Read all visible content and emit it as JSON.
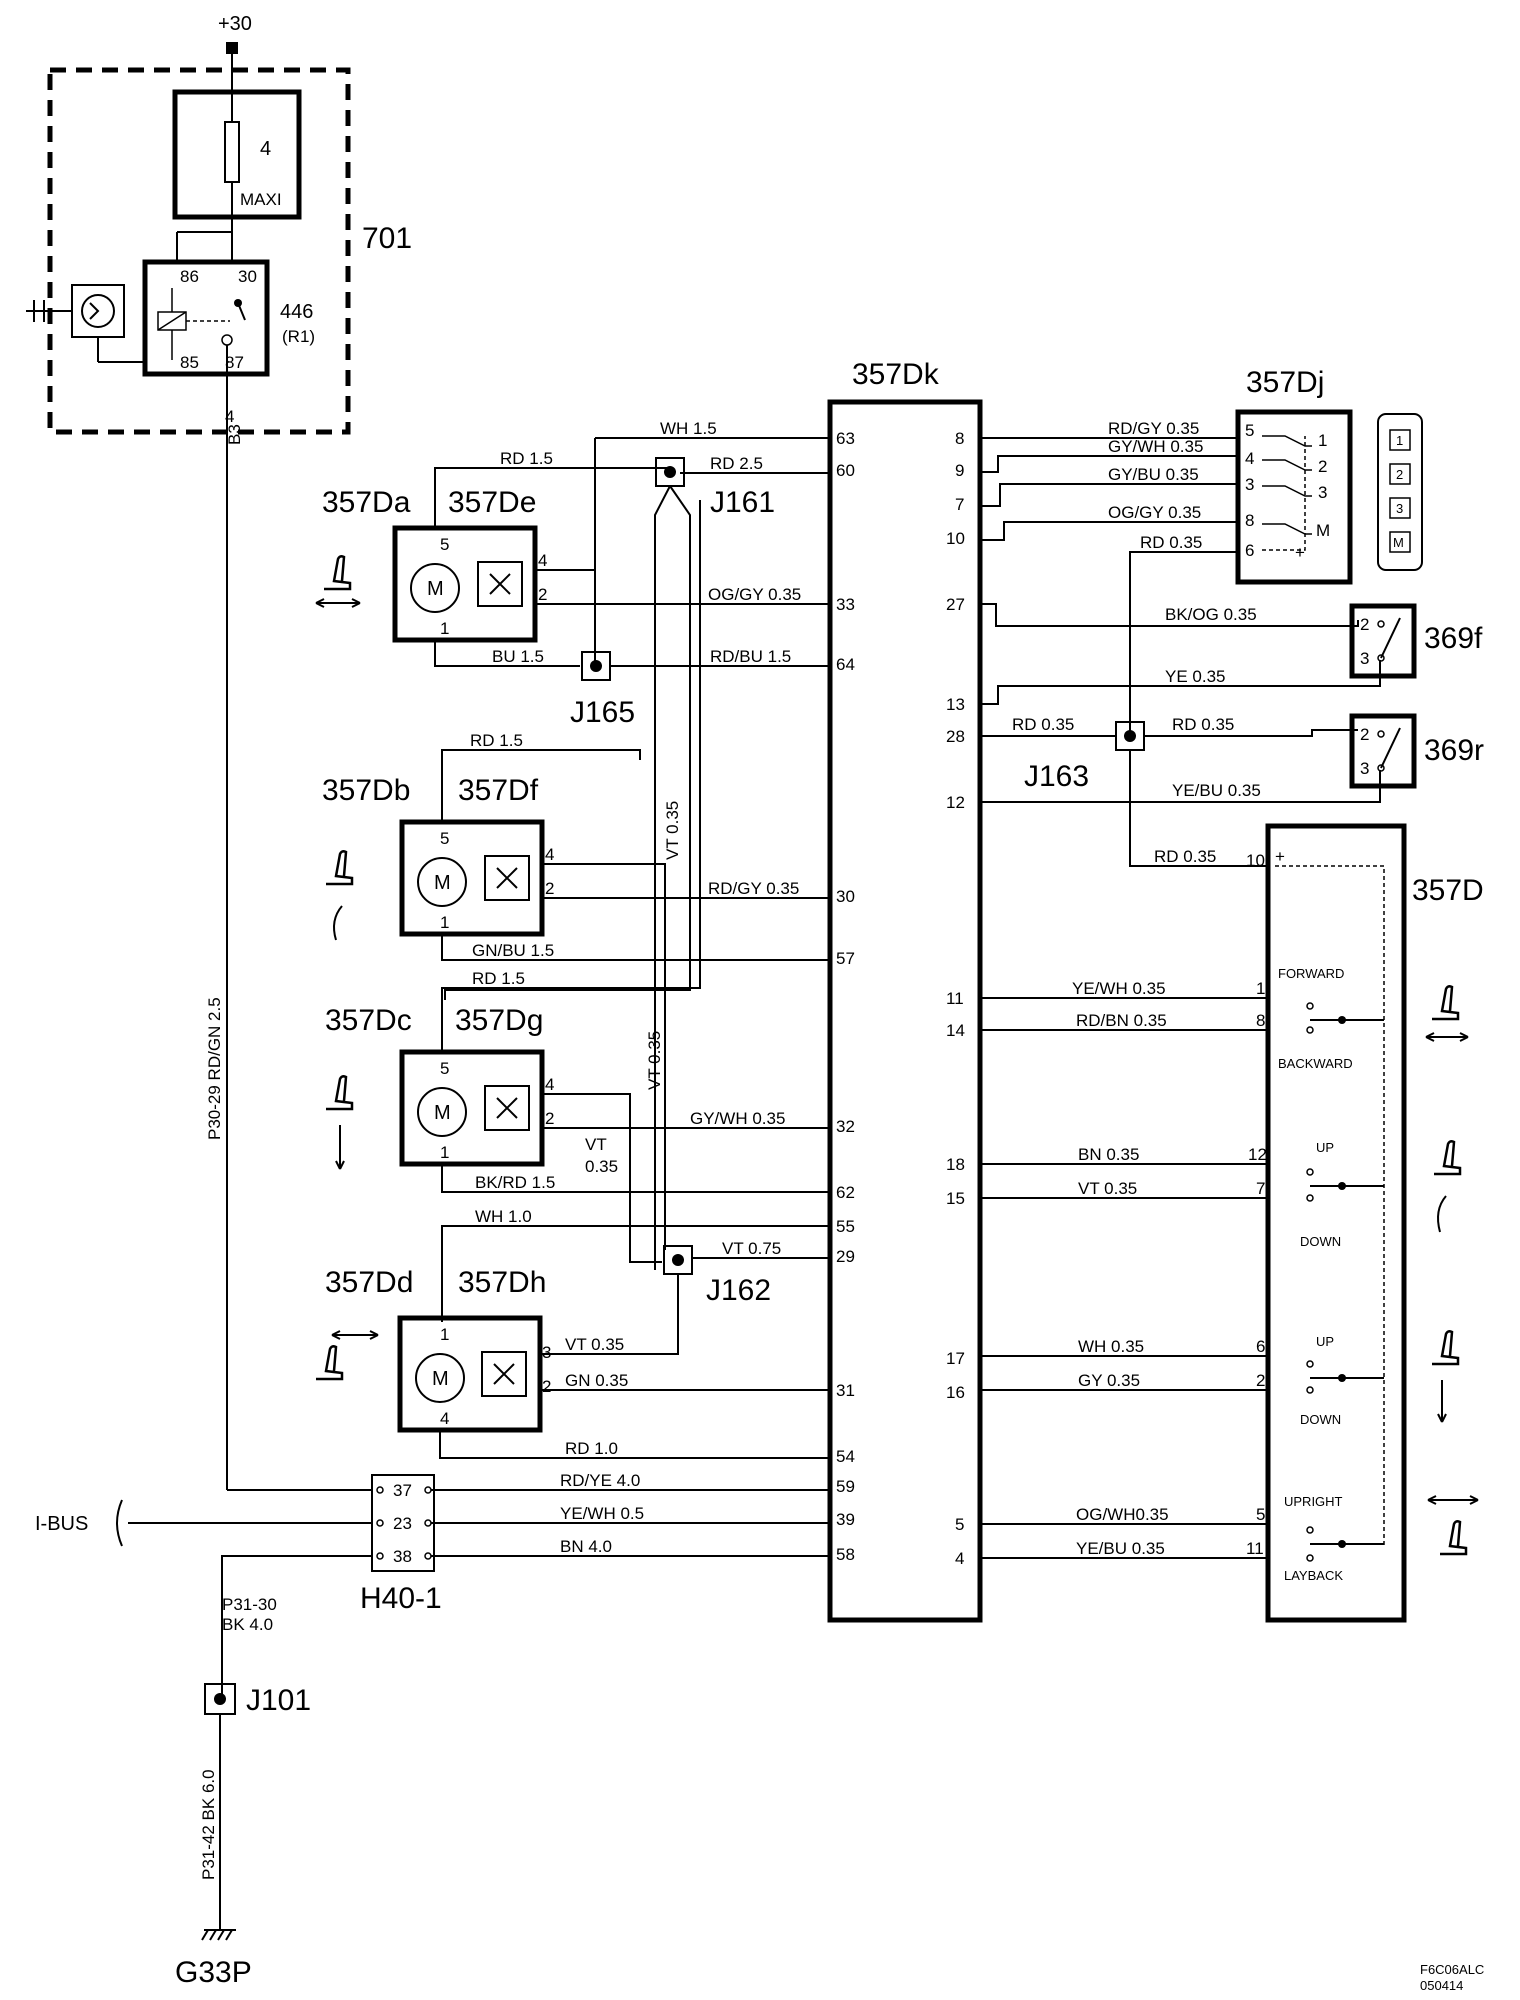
{
  "labels": {
    "battery": "+30",
    "fuse_no": "4",
    "fuse_type": "MAXI",
    "block_701": "701",
    "relay": "446",
    "relay_sub": "(R1)",
    "pin86": "86",
    "pin30": "30",
    "pin85": "85",
    "pin87": "87",
    "relay_out_pin": "4",
    "relay_out_term": "B3",
    "ecu": "357Dk",
    "switch_block": "357Dj",
    "main_switch": "357D",
    "sw369f": "369f",
    "sw369r": "369r",
    "J161": "J161",
    "J162": "J162",
    "J163": "J163",
    "J165": "J165",
    "J101": "J101",
    "conn": "H40-1",
    "ibus": "I-BUS",
    "ground": "G33P",
    "motor_m": "M",
    "footnote1": "F6C06ALC",
    "footnote2": "050414"
  },
  "motors": [
    {
      "id": "357Da",
      "sensor": "357De",
      "pins": [
        "5",
        "1",
        "4",
        "2"
      ]
    },
    {
      "id": "357Db",
      "sensor": "357Df",
      "pins": [
        "5",
        "1",
        "4",
        "2"
      ]
    },
    {
      "id": "357Dc",
      "sensor": "357Dg",
      "pins": [
        "5",
        "1",
        "4",
        "2"
      ]
    },
    {
      "id": "357Dd",
      "sensor": "357Dh",
      "pins": [
        "1",
        "4",
        "3",
        "2"
      ]
    }
  ],
  "ecu_pins_left": [
    "63",
    "60",
    "33",
    "64",
    "30",
    "57",
    "32",
    "62",
    "55",
    "29",
    "31",
    "54",
    "59",
    "39",
    "58"
  ],
  "ecu_pins_right": [
    "8",
    "9",
    "7",
    "10",
    "27",
    "13",
    "28",
    "12",
    "11",
    "14",
    "18",
    "15",
    "17",
    "16",
    "5",
    "4"
  ],
  "connector_pins": [
    "37",
    "23",
    "38"
  ],
  "switch_dj_pins": [
    "5",
    "4",
    "3",
    "8",
    "6"
  ],
  "switch_dj_outputs": [
    "1",
    "2",
    "3",
    "M",
    "+"
  ],
  "memory_buttons": [
    "1",
    "2",
    "3",
    "M"
  ],
  "switch_369_pins": [
    "2",
    "3"
  ],
  "main_switch_pins": [
    "10",
    "1",
    "8",
    "12",
    "7",
    "6",
    "2",
    "5",
    "11"
  ],
  "main_switch_plus": "+",
  "switch_labels": [
    "FORWARD",
    "BACKWARD",
    "UP",
    "DOWN",
    "UP",
    "DOWN",
    "UPRIGHT",
    "LAYBACK"
  ],
  "wires_left": [
    "WH  1.5",
    "RD  1.5",
    "RD  2.5",
    "OG/GY  0.35",
    "BU 1.5",
    "RD/BU  1.5",
    "RD 1.5",
    "RD/GY  0.35",
    "GN/BU  1.5",
    "RD  1.5",
    "GY/WH  0.35",
    "BK/RD 1.5",
    "WH 1.0",
    "VT  0.75",
    "VT  0.35",
    "GN  0.35",
    "RD 1.0",
    "RD/YE  4.0",
    "YE/WH 0.5",
    "BN  4.0",
    "VT  0.35",
    "VT  0.35",
    "VT",
    "0.35"
  ],
  "wires_right": [
    "RD/GY  0.35",
    "GY/WH  0.35",
    "GY/BU  0.35",
    "OG/GY  0.35",
    "RD 0.35",
    "BK/OG  0.35",
    "YE  0.35",
    "RD  0.35",
    "RD  0.35",
    "YE/BU 0.35",
    "RD 0.35",
    "YE/WH 0.35",
    "RD/BN 0.35",
    "BN  0.35",
    "VT  0.35",
    "WH  0.35",
    "GY  0.35",
    "OG/WH0.35",
    "YE/BU 0.35"
  ],
  "vertical_wires": [
    "P30-29  RD/GN  2.5",
    "P31-30",
    "BK   4.0",
    "P31-42 BK   6.0"
  ]
}
